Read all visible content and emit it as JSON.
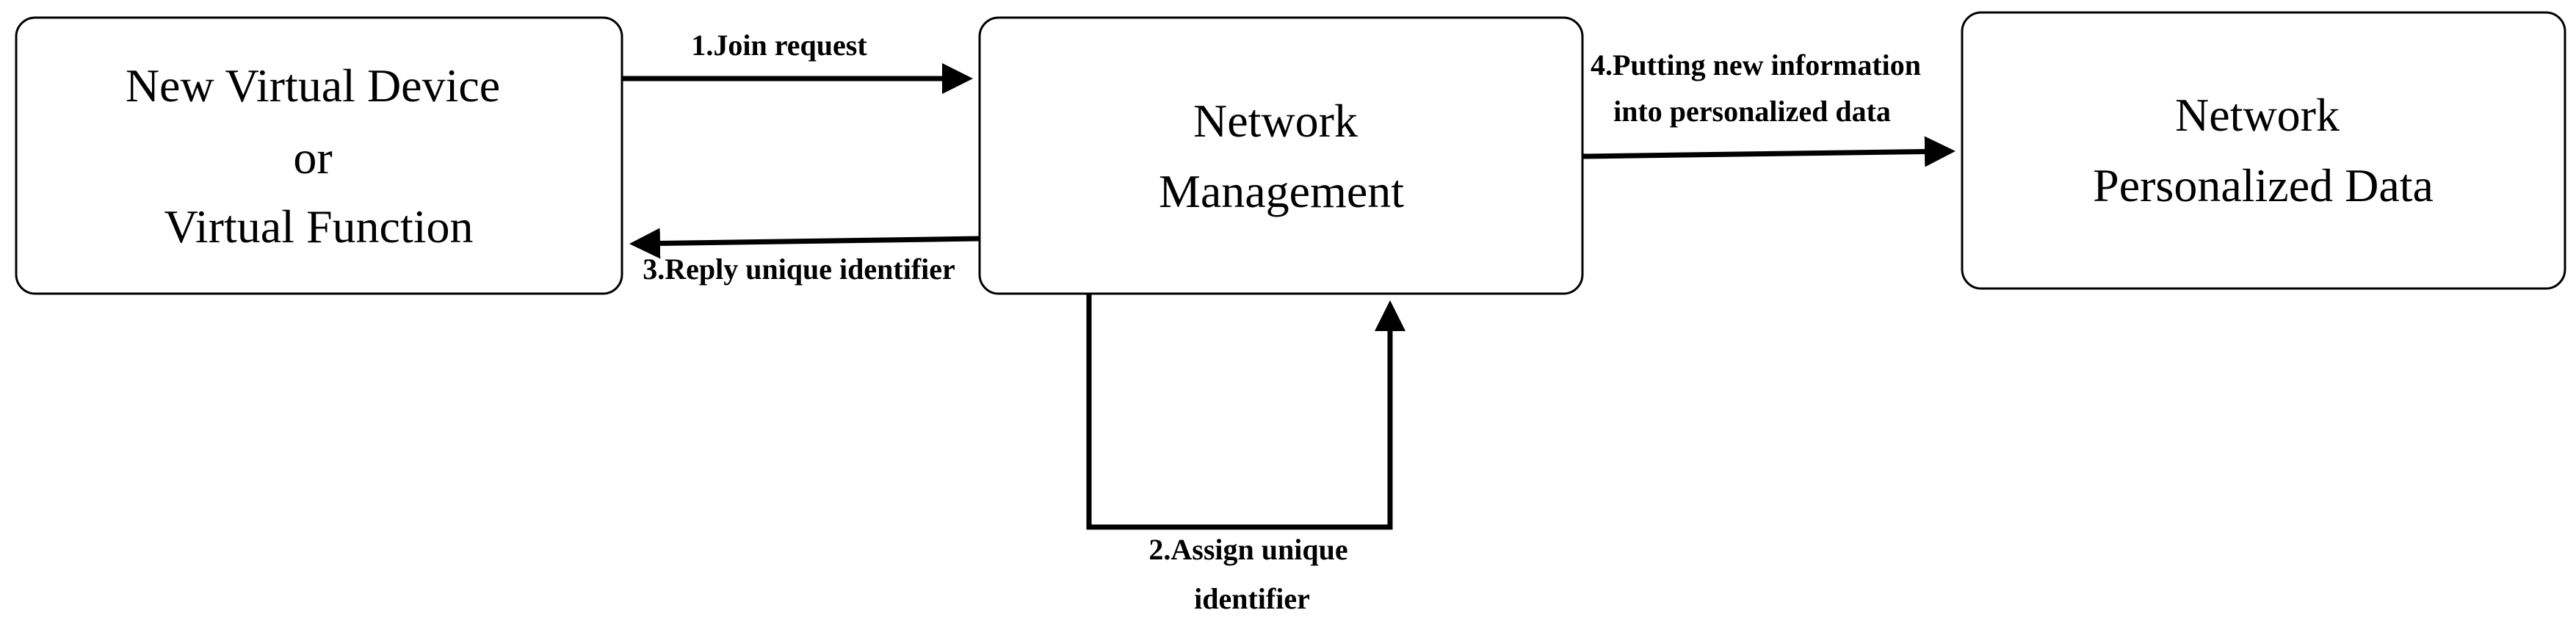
{
  "nodes": {
    "device": {
      "lines": [
        "New Virtual Device",
        "or",
        "Virtual Function"
      ]
    },
    "management": {
      "lines": [
        "Network",
        "Management"
      ]
    },
    "personalized": {
      "lines": [
        "Network",
        "Personalized Data"
      ]
    }
  },
  "edges": {
    "join": {
      "label_lines": [
        "1.Join request"
      ]
    },
    "assign": {
      "label_lines": [
        "2.Assign unique",
        "identifier"
      ]
    },
    "reply": {
      "label_lines": [
        "3.Reply unique identifier"
      ]
    },
    "putting": {
      "label_lines": [
        "4.Putting new information",
        "into personalized data"
      ]
    }
  }
}
